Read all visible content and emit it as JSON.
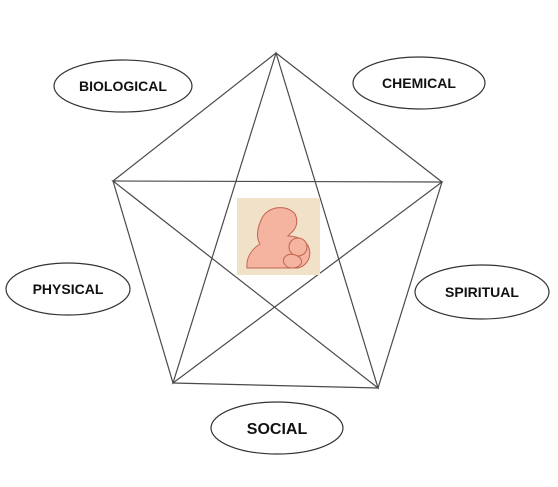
{
  "diagram": {
    "labels": {
      "biological": "BIOLOGICAL",
      "chemical": "CHEMICAL",
      "physical": "PHYSICAL",
      "spiritual": "SPIRITUAL",
      "social": "SOCIAL"
    },
    "center_image": "mother-and-child-icon",
    "colors": {
      "line": "#4a4a4a",
      "ellipse_stroke": "#333333",
      "icon_background": "#f2e1c9",
      "icon_figure": "#f4b4a0",
      "icon_outline": "#c0634e"
    }
  }
}
